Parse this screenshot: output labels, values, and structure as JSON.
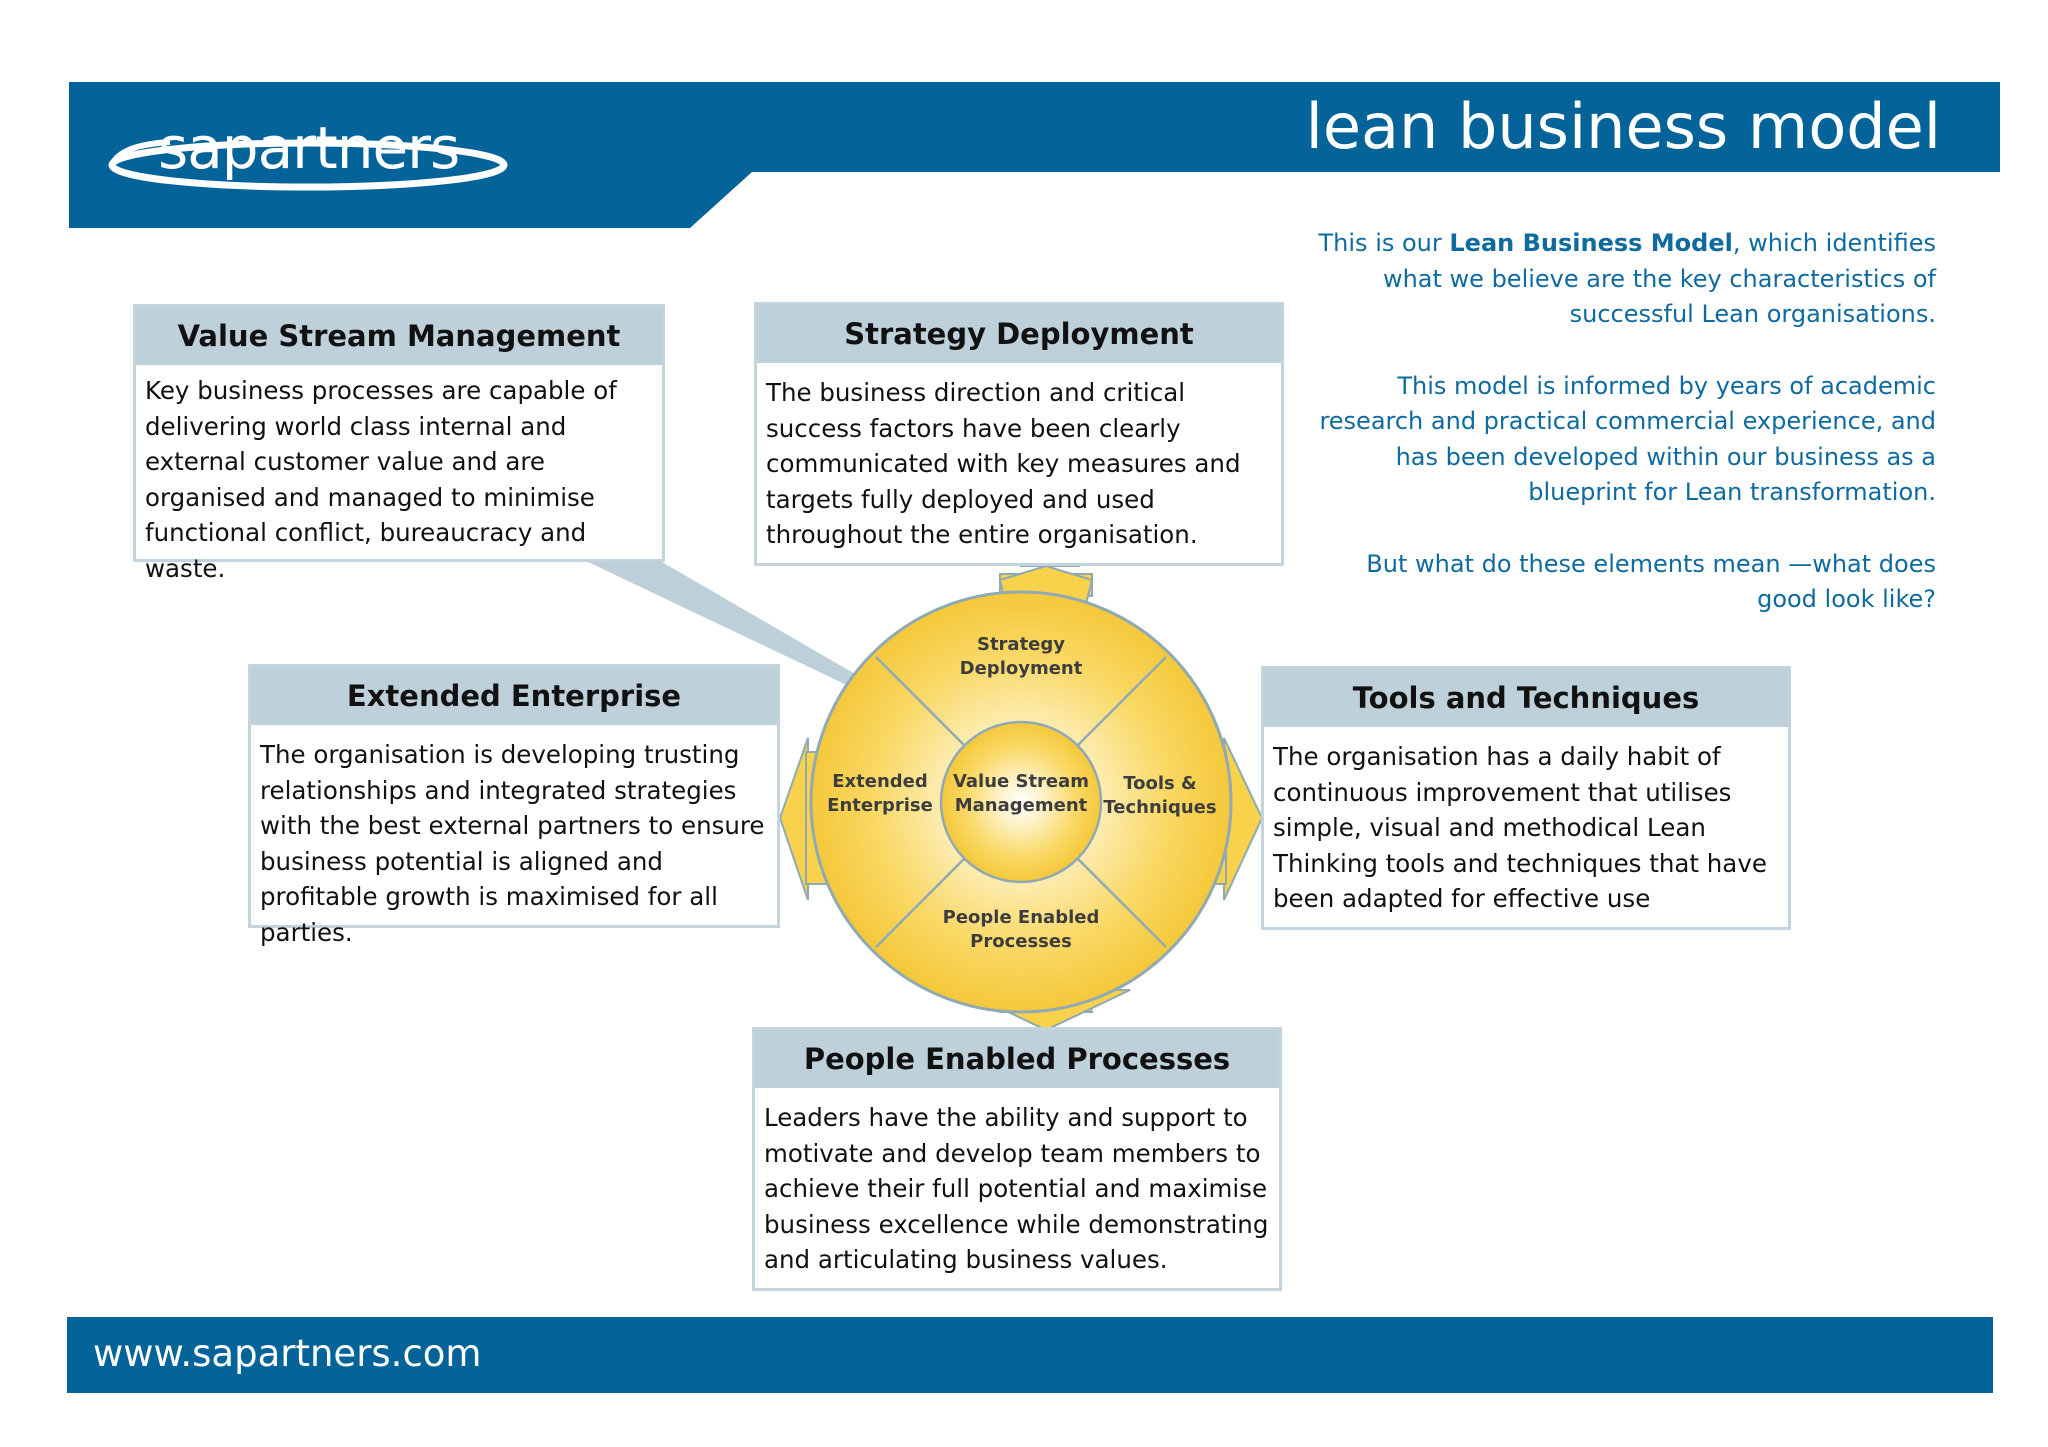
{
  "header": {
    "logo_text": "sapartners",
    "title": "lean business model"
  },
  "intro": {
    "p1_before": "This is our ",
    "p1_bold": "Lean Business Model",
    "p1_after": ", which identifies what we believe are the key characteristics of successful Lean organisations.",
    "p2": "This model is informed by years of academic research and practical commercial experience, and has been developed within our business as a blueprint for Lean transformation.",
    "p3": "But what do these elements mean —what does good look like?"
  },
  "boxes": {
    "value_stream": {
      "title": "Value Stream Management",
      "body": "Key business processes are capable of delivering world class internal and external customer value and are organised and managed to minimise functional conflict, bureaucracy and waste."
    },
    "strategy": {
      "title": "Strategy Deployment",
      "body": "The business direction and critical success factors have been clearly communicated with key measures and targets fully deployed and used throughout the entire organisation."
    },
    "extended": {
      "title": "Extended Enterprise",
      "body": "The organisation is developing trusting relationships and integrated strategies with the best external partners to ensure business potential is aligned and profitable growth is maximised for all parties."
    },
    "tools": {
      "title": "Tools and Techniques",
      "body": "The organisation has a daily habit of continuous improvement that utilises simple, visual and methodical Lean Thinking tools and techniques that have been adapted for effective use"
    },
    "people": {
      "title": "People Enabled Processes",
      "body": "Leaders have the ability and support to motivate and develop team members to achieve their full potential and maximise business excellence while demonstrating and articulating business values."
    }
  },
  "diagram": {
    "top": [
      "Strategy",
      "Deployment"
    ],
    "left": [
      "Extended",
      "Enterprise"
    ],
    "center": [
      "Value Stream",
      "Management"
    ],
    "right": [
      "Tools &",
      "Techniques"
    ],
    "bottom": [
      "People Enabled",
      "Processes"
    ],
    "colors": {
      "fill": "#f8d24a",
      "outline": "#8fa9b5"
    }
  },
  "footer": {
    "url": "www.sapartners.com"
  }
}
